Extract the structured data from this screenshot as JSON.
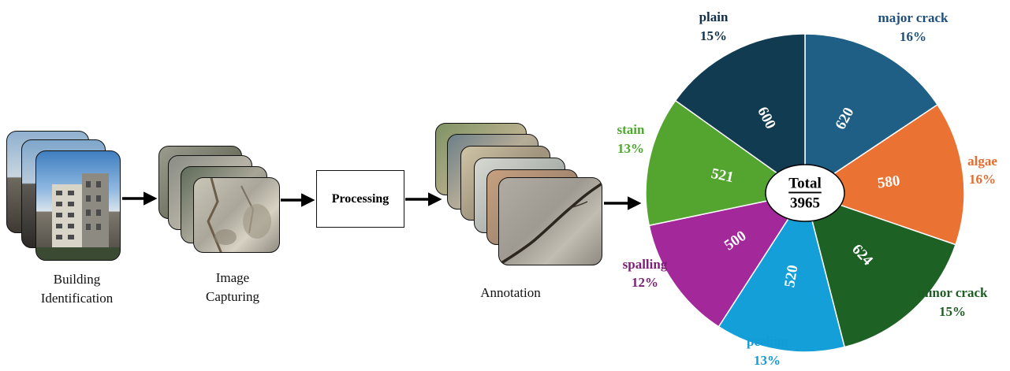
{
  "steps": {
    "building": {
      "line1": "Building",
      "line2": "Identification"
    },
    "capturing": {
      "line1": "Image",
      "line2": "Capturing"
    },
    "processing": {
      "label": "Processing"
    },
    "annotation": {
      "label": "Annotation"
    }
  },
  "chart_data": {
    "type": "pie",
    "title": "",
    "center_label": {
      "title": "Total",
      "value": "3965"
    },
    "slices": [
      {
        "name": "major crack",
        "value": 620,
        "value_label": "620",
        "percent": "16%",
        "color": "#1f5f86"
      },
      {
        "name": "algae",
        "value": 580,
        "value_label": "580",
        "percent": "16%",
        "color": "#ea7334"
      },
      {
        "name": "minor crack",
        "value": 624,
        "value_label": "624",
        "percent": "15%",
        "color": "#1d6125"
      },
      {
        "name": "peeling",
        "value": 520,
        "value_label": "520",
        "percent": "13%",
        "color": "#149fd9"
      },
      {
        "name": "spalling",
        "value": 500,
        "value_label": "500",
        "percent": "12%",
        "color": "#a3289a"
      },
      {
        "name": "stain",
        "value": 521,
        "value_label": "521",
        "percent": "13%",
        "color": "#54a530"
      },
      {
        "name": "plain",
        "value": 600,
        "value_label": "600",
        "percent": "15%",
        "color": "#113b51"
      }
    ],
    "category_label_colors": {
      "major crack": "#1f4e79",
      "algae": "#e46c2f",
      "minor crack": "#1e5c24",
      "peeling": "#139bd5",
      "spalling": "#7c1f76",
      "stain": "#4ea72e",
      "plain": "#0f2f4a"
    }
  }
}
